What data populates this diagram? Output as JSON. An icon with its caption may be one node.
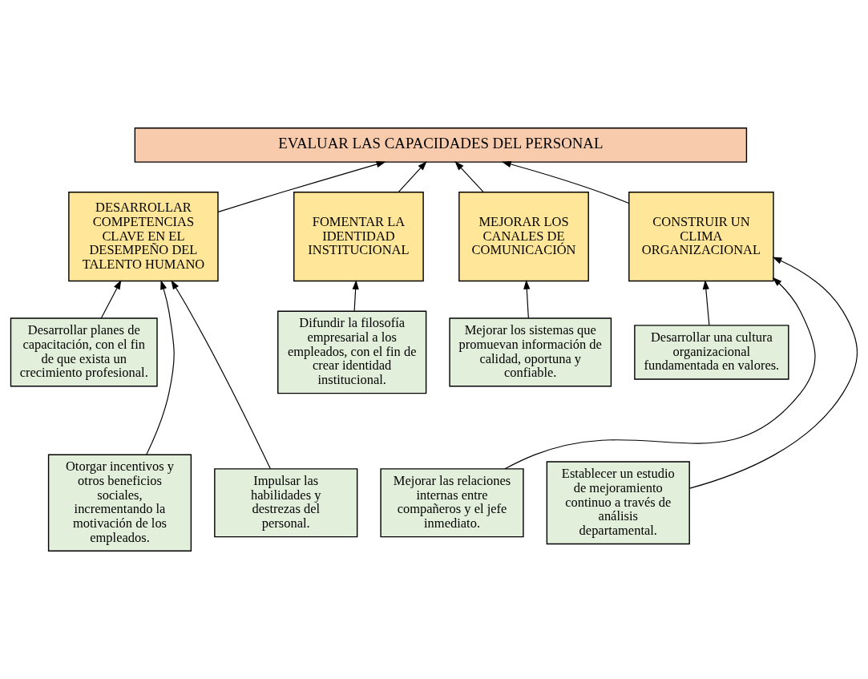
{
  "diagram": {
    "nodes": [
      {
        "text": [
          "EVALUAR LAS CAPACIDADES DEL PERSONAL"
        ]
      },
      {
        "text": [
          "DESARROLLAR COMPETENCIAS CLAVE EN EL DESEMPEÑO DEL TALENTO HUMANO"
        ]
      },
      {
        "text": [
          "FOMENTAR LA IDENTIDAD INSTITUCIONAL"
        ]
      },
      {
        "text": [
          "MEJORAR LOS CANALES DE COMUNICACIÓN"
        ]
      },
      {
        "text": [
          "CONSTRUIR UN CLIMA ORGANIZACIONAL"
        ]
      },
      {
        "text": [
          "Desarrollar planes de capacitación, con el fin de que exista un crecimiento profesional."
        ]
      },
      {
        "text": [
          "Difundir la filosofía empresarial a los empleados, con el fin de crear identidad institucional."
        ]
      },
      {
        "text": [
          "Mejorar los sistemas que promuevan información de calidad, oportuna y confiable."
        ]
      },
      {
        "text": [
          "Desarrollar una cultura organizacional fundamentada en valores."
        ]
      },
      {
        "text": [
          "Otorgar incentivos y otros beneficios sociales, incrementando la motivación de los empleados."
        ]
      },
      {
        "text": [
          "Mejorar las relaciones internas entre compañeros y el jefe inmediato."
        ]
      },
      {
        "text": [
          "Impulsar las habilidades y destrezas del personal."
        ]
      },
      {
        "text": [
          "Establecer un estudio de mejoramiento continuo a través de análisis departamental."
        ]
      }
    ],
    "edges": [
      {
        "from": 1,
        "to": 0,
        "arrow": "to"
      },
      {
        "from": 2,
        "to": 0,
        "arrow": "to"
      },
      {
        "from": 3,
        "to": 0,
        "arrow": "to"
      },
      {
        "from": 4,
        "to": 0,
        "arrow": "to"
      },
      {
        "from": 5,
        "to": 1,
        "arrow": "to"
      },
      {
        "from": 9,
        "to": 1,
        "arrow": "to"
      },
      {
        "from": 11,
        "to": 1,
        "arrow": "to"
      },
      {
        "from": 6,
        "to": 2,
        "arrow": "to"
      },
      {
        "from": 7,
        "to": 3,
        "arrow": "to"
      },
      {
        "from": 8,
        "to": 4,
        "arrow": "to"
      },
      {
        "from": 10,
        "to": 4,
        "arrow": "to"
      },
      {
        "from": 12,
        "to": 4,
        "arrow": "to"
      }
    ]
  }
}
